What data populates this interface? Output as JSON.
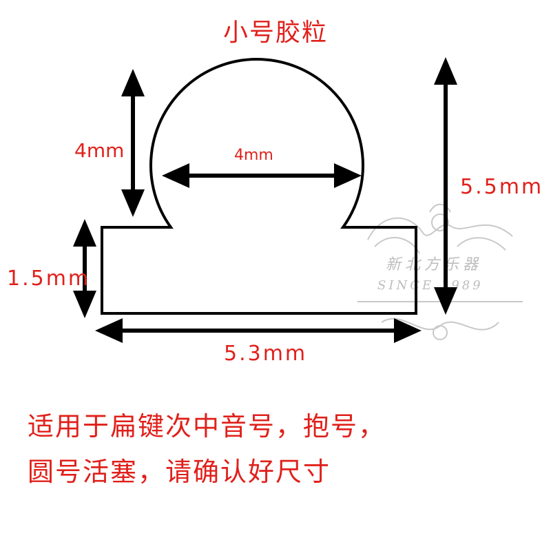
{
  "title": "小号胶粒",
  "dimensions": {
    "ball_height": "4mm",
    "ball_width": "4mm",
    "total_height": "5.5mm",
    "base_height": "1.5mm",
    "base_width": "5.3mm"
  },
  "notes": [
    "适用于扁键次中音号，抱号，",
    "圆号活塞，请确认好尺寸"
  ],
  "watermark": {
    "brand": "新北方乐器",
    "since": "SINCE 1989"
  },
  "colors": {
    "label": "#e0201b",
    "shape_stroke": "#000000",
    "watermark": "#bdbdbd"
  }
}
